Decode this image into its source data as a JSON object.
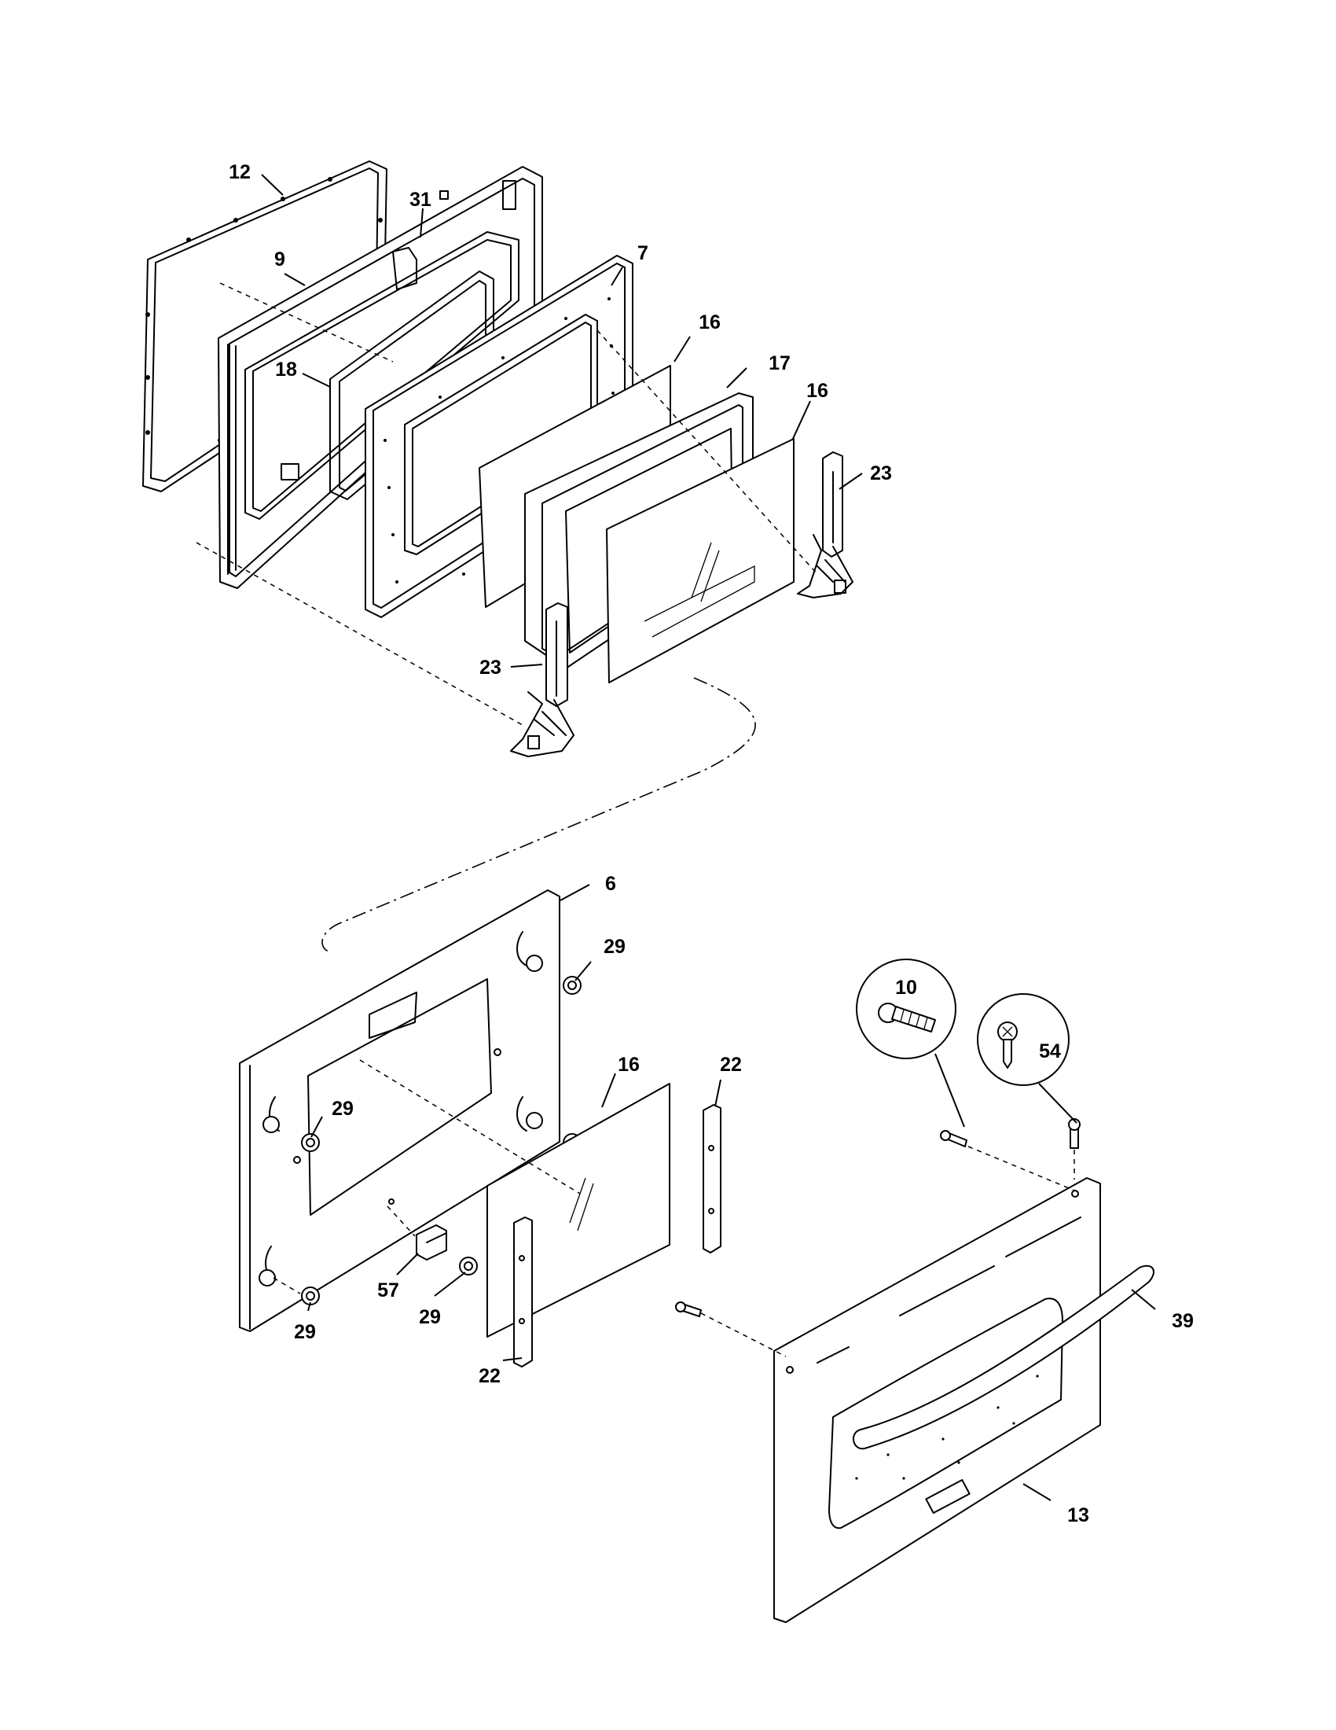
{
  "callouts": {
    "c12": "12",
    "c31": "31",
    "c9": "9",
    "c7": "7",
    "c16a": "16",
    "c17": "17",
    "c18": "18",
    "c16b": "16",
    "c23a": "23",
    "c23b": "23",
    "c6": "6",
    "c29a": "29",
    "c10": "10",
    "c54": "54",
    "c16c": "16",
    "c22a": "22",
    "c29b": "29",
    "c57": "57",
    "c29c": "29",
    "c29d": "29",
    "c22b": "22",
    "c39": "39",
    "c13": "13"
  }
}
